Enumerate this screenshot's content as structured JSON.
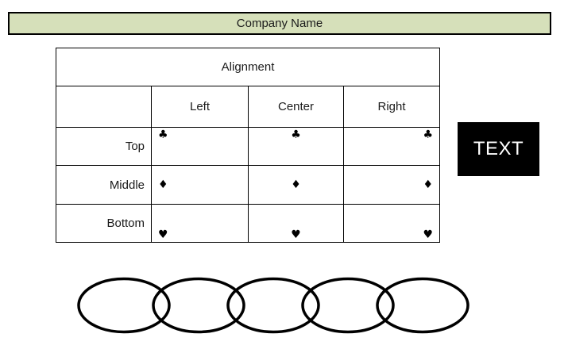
{
  "header": {
    "title": "Company Name",
    "bg_color": "#d6e0ba",
    "border_color": "#000000"
  },
  "table": {
    "title": "Alignment",
    "columns": [
      "Left",
      "Center",
      "Right"
    ],
    "rows": [
      {
        "label": "Top",
        "symbol_name": "club-icon",
        "vertical_alignment": "top",
        "cells": [
          "♣",
          "♣",
          "♣"
        ]
      },
      {
        "label": "Middle",
        "symbol_name": "diamond-icon",
        "vertical_alignment": "middle",
        "cells": [
          "♦",
          "♦",
          "♦"
        ]
      },
      {
        "label": "Bottom",
        "symbol_name": "heart-icon",
        "vertical_alignment": "bottom",
        "cells": [
          "♥",
          "♥",
          "♥"
        ]
      }
    ],
    "border_color": "#000000"
  },
  "text_box": {
    "label": "TEXT",
    "bg_color": "#000000",
    "text_color": "#ffffff"
  },
  "shapes": {
    "ellipse_chain": {
      "count": 5,
      "stroke_color": "#000000",
      "fill": "none"
    }
  }
}
